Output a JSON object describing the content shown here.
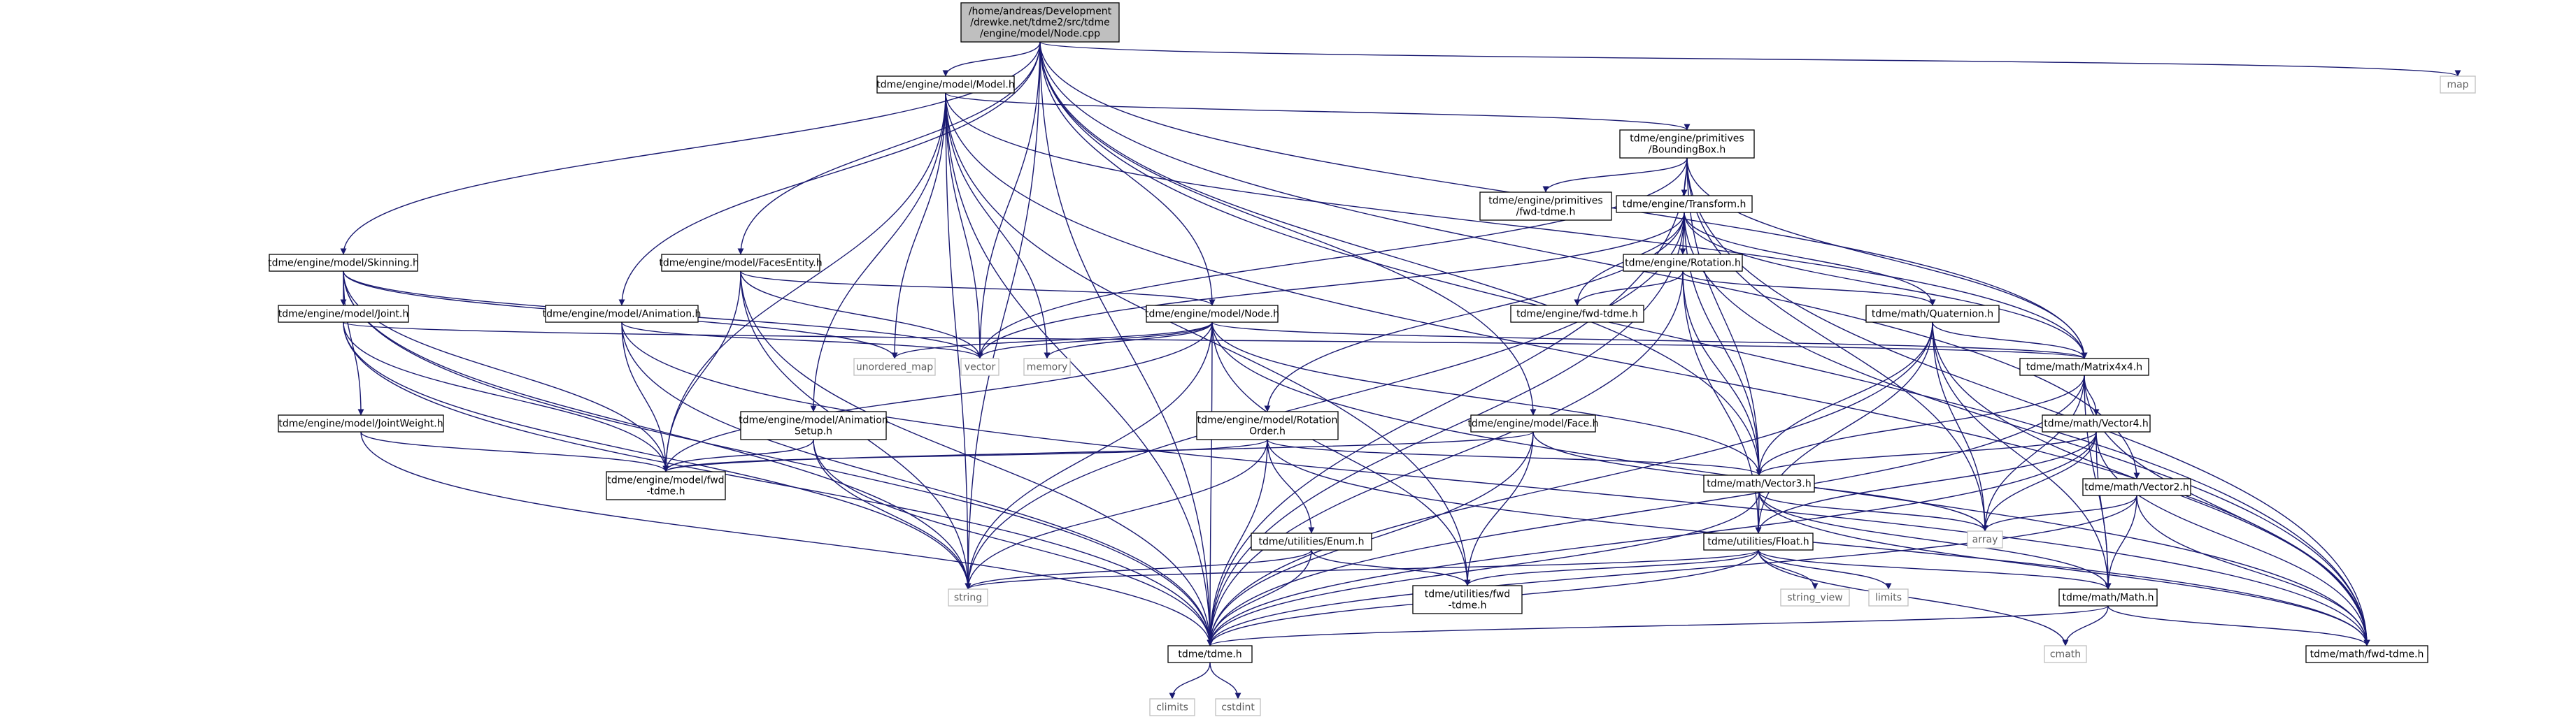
{
  "colors": {
    "edge": "#191970",
    "node_border": "#000000",
    "external_border": "#bfbfbf",
    "root_fill": "#bfbfbf",
    "node_fill": "#ffffff"
  },
  "nodes": [
    {
      "id": "root",
      "lines": [
        "/home/andreas/Development",
        "/drewke.net/tdme2/src/tdme",
        "/engine/model/Node.cpp"
      ],
      "kind": "root"
    },
    {
      "id": "model_h",
      "lines": [
        "tdme/engine/model/Model.h"
      ],
      "kind": "file"
    },
    {
      "id": "map",
      "lines": [
        "map"
      ],
      "kind": "external"
    },
    {
      "id": "bbox_h",
      "lines": [
        "tdme/engine/primitives",
        "/BoundingBox.h"
      ],
      "kind": "file"
    },
    {
      "id": "prim_fwd",
      "lines": [
        "tdme/engine/primitives",
        "/fwd-tdme.h"
      ],
      "kind": "file"
    },
    {
      "id": "transform_h",
      "lines": [
        "tdme/engine/Transform.h"
      ],
      "kind": "file"
    },
    {
      "id": "skinning_h",
      "lines": [
        "tdme/engine/model/Skinning.h"
      ],
      "kind": "file"
    },
    {
      "id": "facesentity_h",
      "lines": [
        "tdme/engine/model/FacesEntity.h"
      ],
      "kind": "file"
    },
    {
      "id": "rotation_h",
      "lines": [
        "tdme/engine/Rotation.h"
      ],
      "kind": "file"
    },
    {
      "id": "joint_h",
      "lines": [
        "tdme/engine/model/Joint.h"
      ],
      "kind": "file"
    },
    {
      "id": "animation_h",
      "lines": [
        "tdme/engine/model/Animation.h"
      ],
      "kind": "file"
    },
    {
      "id": "node_h",
      "lines": [
        "tdme/engine/model/Node.h"
      ],
      "kind": "file"
    },
    {
      "id": "engine_fwd",
      "lines": [
        "tdme/engine/fwd-tdme.h"
      ],
      "kind": "file"
    },
    {
      "id": "quaternion_h",
      "lines": [
        "tdme/math/Quaternion.h"
      ],
      "kind": "file"
    },
    {
      "id": "unordered_map",
      "lines": [
        "unordered_map"
      ],
      "kind": "external"
    },
    {
      "id": "vector",
      "lines": [
        "vector"
      ],
      "kind": "external"
    },
    {
      "id": "memory",
      "lines": [
        "memory"
      ],
      "kind": "external"
    },
    {
      "id": "matrix4x4_h",
      "lines": [
        "tdme/math/Matrix4x4.h"
      ],
      "kind": "file"
    },
    {
      "id": "vector4_h",
      "lines": [
        "tdme/math/Vector4.h"
      ],
      "kind": "file"
    },
    {
      "id": "jointweight_h",
      "lines": [
        "tdme/engine/model/JointWeight.h"
      ],
      "kind": "file"
    },
    {
      "id": "animsetup_h",
      "lines": [
        "tdme/engine/model/Animation",
        "Setup.h"
      ],
      "kind": "file"
    },
    {
      "id": "rotorder_h",
      "lines": [
        "tdme/engine/model/Rotation",
        "Order.h"
      ],
      "kind": "file"
    },
    {
      "id": "face_h",
      "lines": [
        "tdme/engine/model/Face.h"
      ],
      "kind": "file"
    },
    {
      "id": "model_fwd",
      "lines": [
        "tdme/engine/model/fwd",
        "-tdme.h"
      ],
      "kind": "file"
    },
    {
      "id": "vector3_h",
      "lines": [
        "tdme/math/Vector3.h"
      ],
      "kind": "file"
    },
    {
      "id": "vector2_h",
      "lines": [
        "tdme/math/Vector2.h"
      ],
      "kind": "file"
    },
    {
      "id": "array",
      "lines": [
        "array"
      ],
      "kind": "external"
    },
    {
      "id": "enum_h",
      "lines": [
        "tdme/utilities/Enum.h"
      ],
      "kind": "file"
    },
    {
      "id": "float_h",
      "lines": [
        "tdme/utilities/Float.h"
      ],
      "kind": "file"
    },
    {
      "id": "string",
      "lines": [
        "string"
      ],
      "kind": "external"
    },
    {
      "id": "util_fwd",
      "lines": [
        "tdme/utilities/fwd",
        "-tdme.h"
      ],
      "kind": "file"
    },
    {
      "id": "string_view",
      "lines": [
        "string_view"
      ],
      "kind": "external"
    },
    {
      "id": "limits",
      "lines": [
        "limits"
      ],
      "kind": "external"
    },
    {
      "id": "math_h",
      "lines": [
        "tdme/math/Math.h"
      ],
      "kind": "file"
    },
    {
      "id": "tdme_h",
      "lines": [
        "tdme/tdme.h"
      ],
      "kind": "file"
    },
    {
      "id": "math_fwd",
      "lines": [
        "tdme/math/fwd-tdme.h"
      ],
      "kind": "file"
    },
    {
      "id": "cmath",
      "lines": [
        "cmath"
      ],
      "kind": "external"
    },
    {
      "id": "climits",
      "lines": [
        "climits"
      ],
      "kind": "external"
    },
    {
      "id": "cstdint",
      "lines": [
        "cstdint"
      ],
      "kind": "external"
    }
  ],
  "edges": [
    [
      "root",
      "model_h"
    ],
    [
      "root",
      "map"
    ],
    [
      "root",
      "skinning_h"
    ],
    [
      "root",
      "facesentity_h"
    ],
    [
      "root",
      "animation_h"
    ],
    [
      "root",
      "node_h"
    ],
    [
      "root",
      "face_h"
    ],
    [
      "root",
      "vector"
    ],
    [
      "root",
      "string"
    ],
    [
      "root",
      "tdme_h"
    ],
    [
      "root",
      "matrix4x4_h"
    ],
    [
      "root",
      "vector3_h"
    ],
    [
      "root",
      "vector2_h"
    ],
    [
      "root",
      "math_fwd"
    ],
    [
      "model_h",
      "bbox_h"
    ],
    [
      "model_h",
      "animsetup_h"
    ],
    [
      "model_h",
      "model_fwd"
    ],
    [
      "model_h",
      "matrix4x4_h"
    ],
    [
      "model_h",
      "unordered_map"
    ],
    [
      "model_h",
      "vector"
    ],
    [
      "model_h",
      "memory"
    ],
    [
      "model_h",
      "string"
    ],
    [
      "model_h",
      "util_fwd"
    ],
    [
      "model_h",
      "tdme_h"
    ],
    [
      "model_h",
      "math_fwd"
    ],
    [
      "bbox_h",
      "prim_fwd"
    ],
    [
      "bbox_h",
      "transform_h"
    ],
    [
      "bbox_h",
      "matrix4x4_h"
    ],
    [
      "bbox_h",
      "vector3_h"
    ],
    [
      "bbox_h",
      "array"
    ],
    [
      "bbox_h",
      "vector"
    ],
    [
      "bbox_h",
      "tdme_h"
    ],
    [
      "bbox_h",
      "math_fwd"
    ],
    [
      "transform_h",
      "rotation_h"
    ],
    [
      "transform_h",
      "engine_fwd"
    ],
    [
      "transform_h",
      "quaternion_h"
    ],
    [
      "transform_h",
      "matrix4x4_h"
    ],
    [
      "transform_h",
      "vector3_h"
    ],
    [
      "transform_h",
      "rotorder_h"
    ],
    [
      "transform_h",
      "vector"
    ],
    [
      "transform_h",
      "string"
    ],
    [
      "transform_h",
      "tdme_h"
    ],
    [
      "transform_h",
      "math_fwd"
    ],
    [
      "rotation_h",
      "engine_fwd"
    ],
    [
      "rotation_h",
      "quaternion_h"
    ],
    [
      "rotation_h",
      "vector3_h"
    ],
    [
      "rotation_h",
      "float_h"
    ],
    [
      "rotation_h",
      "tdme_h"
    ],
    [
      "quaternion_h",
      "matrix4x4_h"
    ],
    [
      "quaternion_h",
      "vector3_h"
    ],
    [
      "quaternion_h",
      "math_h"
    ],
    [
      "quaternion_h",
      "array"
    ],
    [
      "quaternion_h",
      "float_h"
    ],
    [
      "quaternion_h",
      "tdme_h"
    ],
    [
      "quaternion_h",
      "math_fwd"
    ],
    [
      "skinning_h",
      "joint_h"
    ],
    [
      "skinning_h",
      "jointweight_h"
    ],
    [
      "skinning_h",
      "model_fwd"
    ],
    [
      "skinning_h",
      "vector"
    ],
    [
      "skinning_h",
      "unordered_map"
    ],
    [
      "skinning_h",
      "string"
    ],
    [
      "skinning_h",
      "tdme_h"
    ],
    [
      "facesentity_h",
      "node_h"
    ],
    [
      "facesentity_h",
      "model_fwd"
    ],
    [
      "facesentity_h",
      "vector"
    ],
    [
      "facesentity_h",
      "string"
    ],
    [
      "facesentity_h",
      "tdme_h"
    ],
    [
      "joint_h",
      "matrix4x4_h"
    ],
    [
      "joint_h",
      "model_fwd"
    ],
    [
      "joint_h",
      "string"
    ],
    [
      "joint_h",
      "tdme_h"
    ],
    [
      "animation_h",
      "model_fwd"
    ],
    [
      "animation_h",
      "vector"
    ],
    [
      "animation_h",
      "tdme_h"
    ],
    [
      "animation_h",
      "math_fwd"
    ],
    [
      "node_h",
      "model_fwd"
    ],
    [
      "node_h",
      "matrix4x4_h"
    ],
    [
      "node_h",
      "vector3_h"
    ],
    [
      "node_h",
      "unordered_map"
    ],
    [
      "node_h",
      "vector"
    ],
    [
      "node_h",
      "memory"
    ],
    [
      "node_h",
      "string"
    ],
    [
      "node_h",
      "util_fwd"
    ],
    [
      "node_h",
      "tdme_h"
    ],
    [
      "node_h",
      "math_fwd"
    ],
    [
      "matrix4x4_h",
      "vector4_h"
    ],
    [
      "matrix4x4_h",
      "vector3_h"
    ],
    [
      "matrix4x4_h",
      "math_h"
    ],
    [
      "matrix4x4_h",
      "array"
    ],
    [
      "matrix4x4_h",
      "tdme_h"
    ],
    [
      "matrix4x4_h",
      "math_fwd"
    ],
    [
      "vector4_h",
      "vector3_h"
    ],
    [
      "vector4_h",
      "math_h"
    ],
    [
      "vector4_h",
      "float_h"
    ],
    [
      "vector4_h",
      "array"
    ],
    [
      "vector4_h",
      "tdme_h"
    ],
    [
      "vector4_h",
      "math_fwd"
    ],
    [
      "jointweight_h",
      "model_fwd"
    ],
    [
      "jointweight_h",
      "tdme_h"
    ],
    [
      "animsetup_h",
      "model_fwd"
    ],
    [
      "animsetup_h",
      "string"
    ],
    [
      "animsetup_h",
      "tdme_h"
    ],
    [
      "rotorder_h",
      "model_fwd"
    ],
    [
      "rotorder_h",
      "vector3_h"
    ],
    [
      "rotorder_h",
      "enum_h"
    ],
    [
      "rotorder_h",
      "string"
    ],
    [
      "rotorder_h",
      "tdme_h"
    ],
    [
      "rotorder_h",
      "math_fwd"
    ],
    [
      "face_h",
      "model_fwd"
    ],
    [
      "face_h",
      "array"
    ],
    [
      "face_h",
      "util_fwd"
    ],
    [
      "face_h",
      "tdme_h"
    ],
    [
      "vector3_h",
      "math_h"
    ],
    [
      "vector3_h",
      "float_h"
    ],
    [
      "vector3_h",
      "array"
    ],
    [
      "vector3_h",
      "tdme_h"
    ],
    [
      "vector3_h",
      "math_fwd"
    ],
    [
      "vector2_h",
      "math_h"
    ],
    [
      "vector2_h",
      "array"
    ],
    [
      "vector2_h",
      "tdme_h"
    ],
    [
      "vector2_h",
      "math_fwd"
    ],
    [
      "enum_h",
      "util_fwd"
    ],
    [
      "enum_h",
      "string"
    ],
    [
      "enum_h",
      "tdme_h"
    ],
    [
      "float_h",
      "math_h"
    ],
    [
      "float_h",
      "util_fwd"
    ],
    [
      "float_h",
      "string"
    ],
    [
      "float_h",
      "string_view"
    ],
    [
      "float_h",
      "limits"
    ],
    [
      "float_h",
      "tdme_h"
    ],
    [
      "float_h",
      "cmath"
    ],
    [
      "math_h",
      "cmath"
    ],
    [
      "math_h",
      "tdme_h"
    ],
    [
      "math_h",
      "math_fwd"
    ],
    [
      "tdme_h",
      "climits"
    ],
    [
      "tdme_h",
      "cstdint"
    ]
  ]
}
